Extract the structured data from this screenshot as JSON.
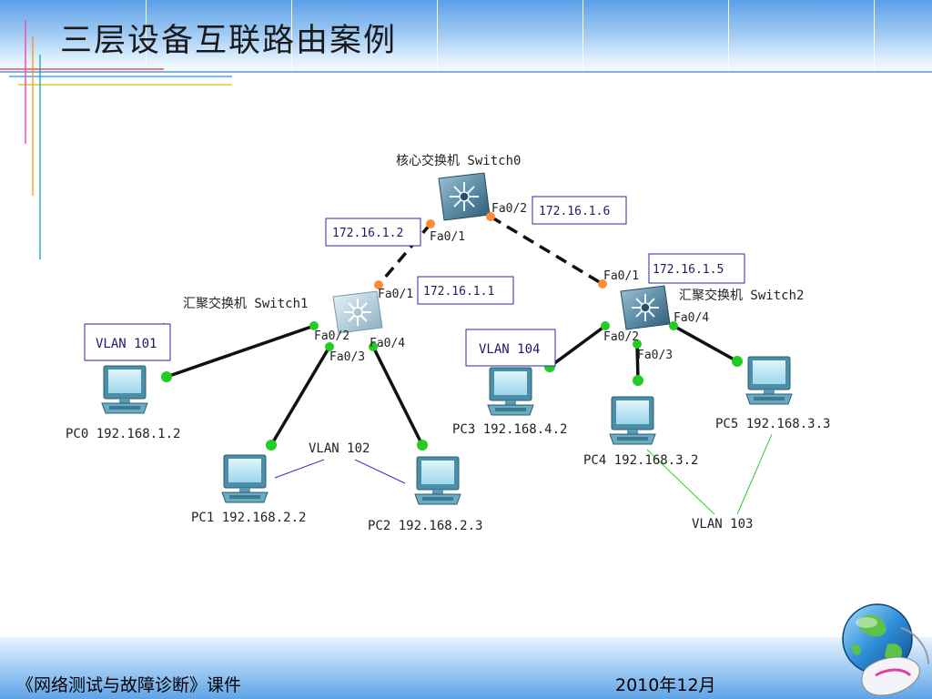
{
  "title": "三层设备互联路由案例",
  "footer": {
    "course": "《网络测试与故障诊断》课件",
    "date": "2010年12月"
  },
  "colors": {
    "accent": "#5aa0e8",
    "ip_box_border": "#2a2aa8",
    "port_green": "#22cc22",
    "port_orange": "#ff8a3c",
    "vlan_line": "#3030c8",
    "vlan103_line": "#33cc33"
  },
  "icons": {
    "core_switch": "layer3-switch-icon",
    "dist_switch": "layer3-switch-icon",
    "pc": "desktop-pc-icon",
    "logo": "globe-mouse-icon"
  },
  "switches": {
    "switch0": {
      "name": "核心交换机 Switch0"
    },
    "switch1": {
      "name": "汇聚交换机 Switch1"
    },
    "switch2": {
      "name": "汇聚交换机 Switch2"
    }
  },
  "ports": {
    "s0_fa01": "Fa0/1",
    "s0_fa02": "Fa0/2",
    "s1_fa01": "Fa0/1",
    "s1_fa02": "Fa0/2",
    "s1_fa03": "Fa0/3",
    "s1_fa04": "Fa0/4",
    "s2_fa01": "Fa0/1",
    "s2_fa02": "Fa0/2",
    "s2_fa03": "Fa0/3",
    "s2_fa04": "Fa0/4"
  },
  "ip_boxes": {
    "s0_fa01": "172.16.1.2",
    "s0_fa02": "172.16.1.6",
    "s1_fa01": "172.16.1.1",
    "s2_fa01": "172.16.1.5"
  },
  "pcs": {
    "pc0": "PC0 192.168.1.2",
    "pc1": "PC1 192.168.2.2",
    "pc2": "PC2 192.168.2.3",
    "pc3": "PC3 192.168.4.2",
    "pc4": "PC4 192.168.3.2",
    "pc5": "PC5 192.168.3.3"
  },
  "vlans": {
    "v101": "VLAN 101",
    "v102": "VLAN 102",
    "v103": "VLAN 103",
    "v104": "VLAN 104"
  }
}
